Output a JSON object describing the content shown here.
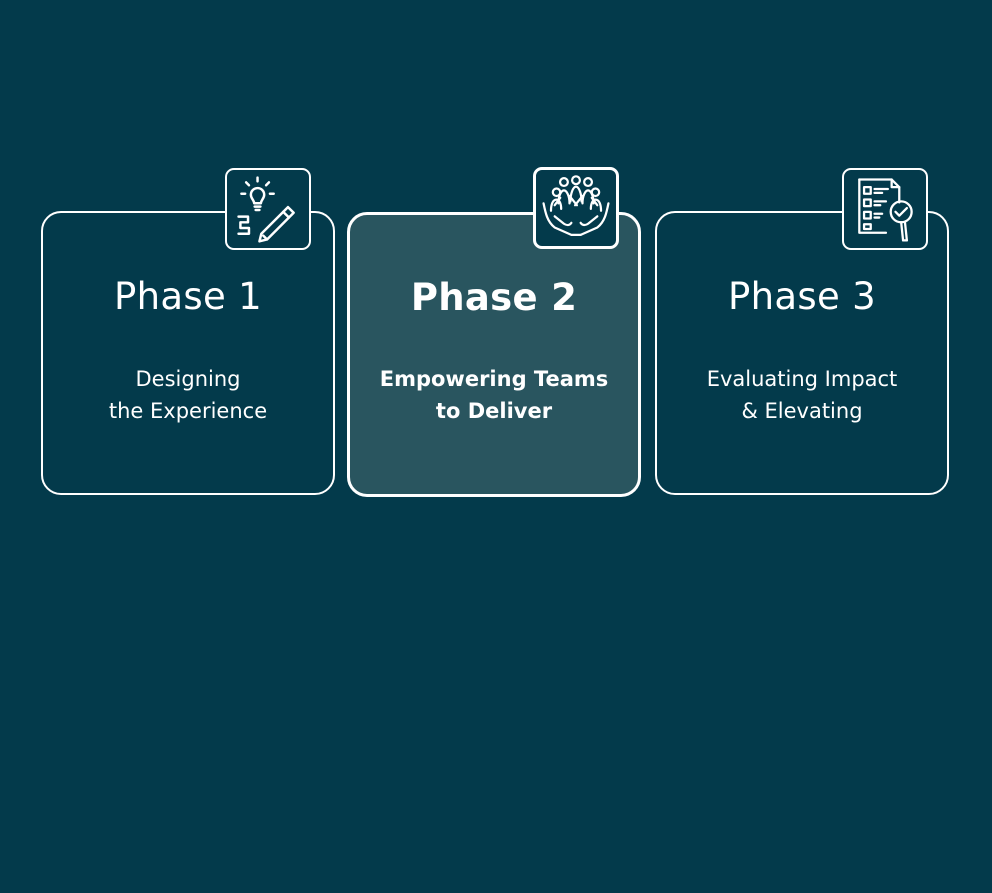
{
  "theme": {
    "background": "#033a4b",
    "card_border": "#ffffff",
    "active_card_fill": "#29555f",
    "text": "#ffffff"
  },
  "phases": [
    {
      "title": "Phase 1",
      "description_lines": [
        "Designing",
        "the Experience"
      ],
      "icon": "lightbulb-pencil-icon",
      "active": false
    },
    {
      "title": "Phase 2",
      "description_lines": [
        "Empowering Teams",
        "to Deliver"
      ],
      "icon": "team-hands-icon",
      "active": true
    },
    {
      "title": "Phase 3",
      "description_lines": [
        "Evaluating Impact",
        "& Elevating"
      ],
      "icon": "checklist-magnifier-icon",
      "active": false
    }
  ]
}
